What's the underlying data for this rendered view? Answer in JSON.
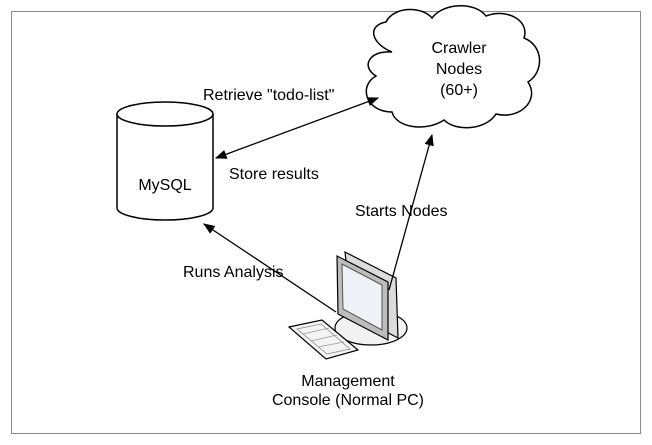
{
  "nodes": {
    "mysql": {
      "label": "MySQL"
    },
    "crawler": {
      "line1": "Crawler",
      "line2": "Nodes",
      "line3": "(60+)"
    },
    "console": {
      "line1": "Management",
      "line2": "Console (Normal PC)"
    }
  },
  "edges": {
    "retrieve": "Retrieve \"todo-list\"",
    "store": "Store results",
    "starts": "Starts Nodes",
    "analysis": "Runs Analysis"
  }
}
